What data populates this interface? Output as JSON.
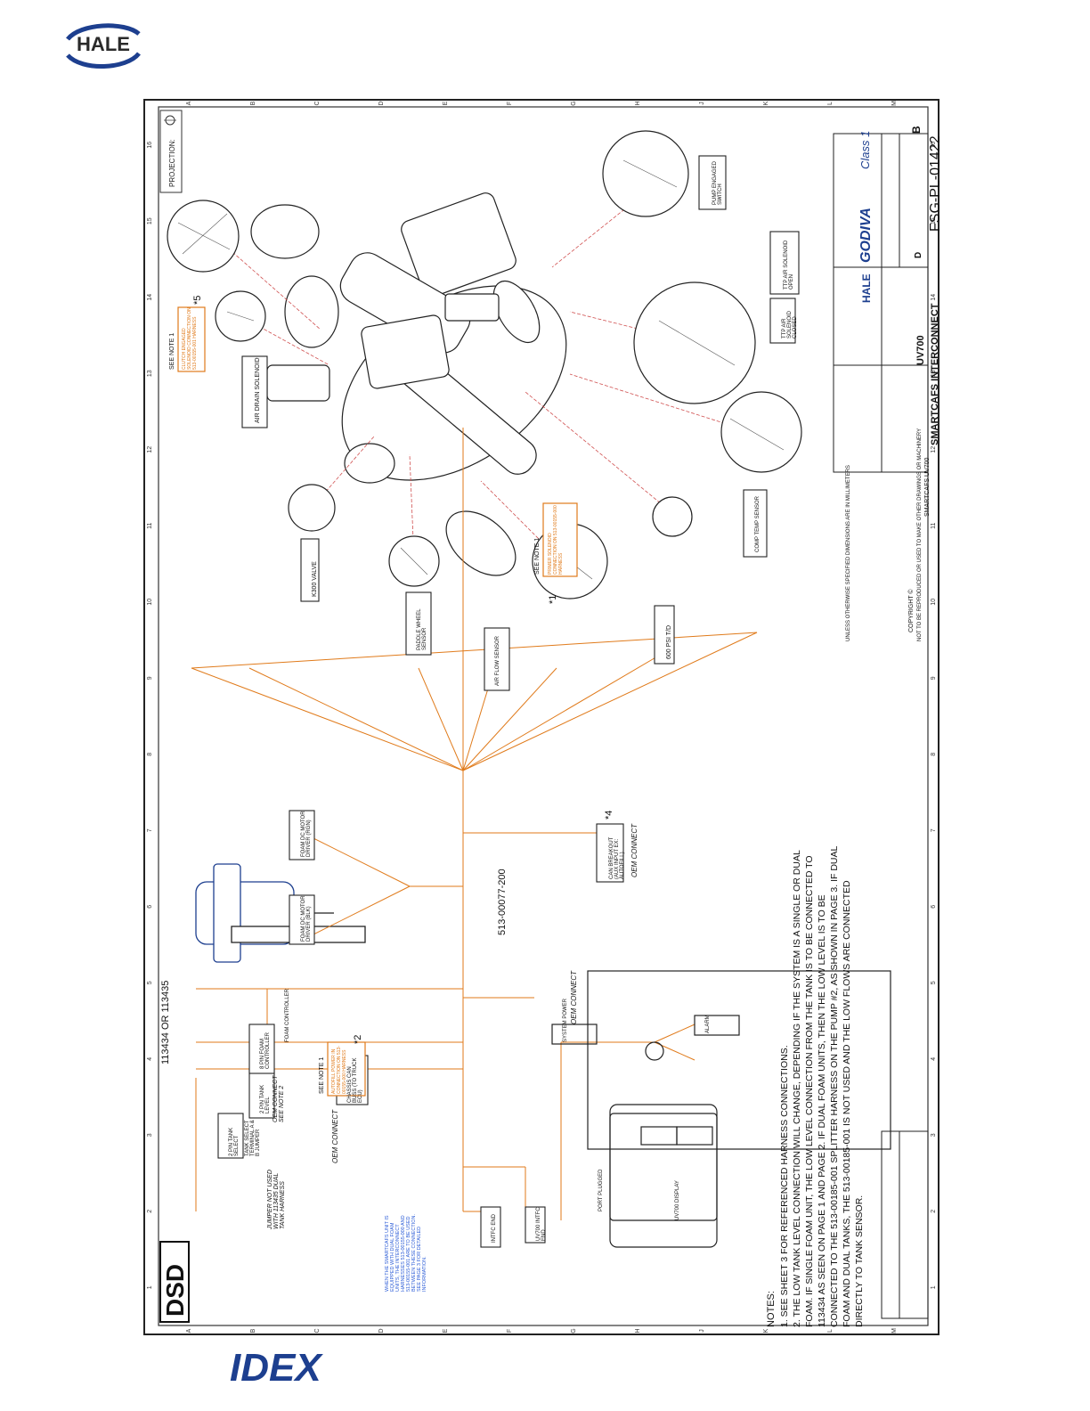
{
  "header": {
    "logo_text": "HALE"
  },
  "footer": {
    "logo_text": "IDEX"
  },
  "drawing": {
    "badge": "DSD",
    "projection_label": "PROJECTION:",
    "title_line1": "SMARTCAFS INTERCONNECT",
    "title_line2": "UV700",
    "drawing_number": "FSG-PL-01422",
    "rev": "B",
    "size": "D",
    "brand_godiva": "GODIVA",
    "brand_class1": "Class 1",
    "brand_hale": "HALE",
    "project_label": "SMARTCAFS UV700",
    "copyright": "COPYRIGHT ©",
    "copyright_note": "NOT TO BE REPRODUCED OR USED TO MAKE OTHER DRAWINGS OR MACHINERY",
    "tolerance_note": "UNLESS OTHERWISE SPECIFIED DIMENSIONS ARE IN MILLIMETERS",
    "harness_label": "513-00077-200",
    "part_label": "113434 OR 113435",
    "row_letters": [
      "A",
      "B",
      "C",
      "D",
      "E",
      "F",
      "G",
      "H",
      "J",
      "K",
      "L",
      "M"
    ],
    "col_numbers": [
      "1",
      "2",
      "3",
      "4",
      "5",
      "6",
      "7",
      "8",
      "9",
      "10",
      "11",
      "12",
      "13",
      "14",
      "15",
      "16"
    ]
  },
  "components": {
    "air_drain": "AIR DRAIN SOLENOID",
    "k300": "K300 VALVE",
    "paddle": "PADDLE WHEEL SENSOR",
    "airflow": "AIR FLOW SENSOR",
    "pt600": "600 PSI T/D",
    "comp_temp": "COMP TEMP SENSOR",
    "pump_switch": "PUMP ENGAGED SWITCH",
    "ttp_open": "TTP AIR SOLENOID OPEN",
    "ttp_closed": "TTP AIR SOLENOID CLOSED",
    "foam_drv_rgn": "FOAM DC MOTOR DRIVER (RGN)",
    "foam_drv_blk": "FOAM DC MOTOR DRIVER (BLK)",
    "can_breakout": "CAN BREAKOUT (AUX INPUT EX: AUTOFILL)",
    "system_power": "SYSTEM POWER",
    "chassis_can": "CHASSIS CAN BUSS (TO TRUCK ECU)",
    "tank_select": "2 PIN TANK SELECT",
    "tank_select_jumper": "TANK SELECT TERMINAL A & B JUMPER",
    "tank_level": "2 PIN TANK LEVEL",
    "foam_ctrl_pin": "8 PIN FOAM CONTROLLER",
    "foam_ctrl": "FOAM CONTROLLER",
    "intfc_end": "INTFC END",
    "uv700_intfc": "UV700 INTFC END",
    "alarm": "ALARM",
    "display": "UV700 DISPLAY",
    "port_plugged": "PORT PLUGGED"
  },
  "callouts": {
    "see_note_1": "SEE NOTE 1",
    "clutch": "CLUTCH ENGAGED SOLENOID CONNECTION ON 513-00155-001 HARNESS",
    "primer": "PRIMER SOLENOID CONNECTION ON 513-00155-000 HARNESS",
    "autofill": "AUTOFILL POWER IN CONNECTION ON 513-00155-000 HARNESS",
    "star1": "*1",
    "star2": "*2",
    "star4": "*4",
    "star5": "*5",
    "oem_connect": "OEM CONNECT",
    "oem_connect_note2": "OEM CONNECT SEE NOTE 2",
    "jumper_not_used": "JUMPER NOT USED WITH 113435 DUAL TANK HARNESS",
    "blue_note": "WHEN THE SMARTCAFS UNIT IS EQUIPPED WITH DUAL FOAM UNITS, THE INTERCONNECT HARNESSES 513-00155-000 AND 513-00155-001 ARE TO BE USED BETWEEN THESE CONNECTION. SEE PAGE 3 FOR DETAILED INFORMATION."
  },
  "notes": {
    "heading": "NOTES:",
    "lines": [
      "1.  SEE SHEET 3 FOR REFERENCED HARNESS CONNECTIONS.",
      "2.  THE LOW TANK LEVEL CONNECTION WILL CHANGE, DEPENDING IF THE SYSTEM IS A SINGLE OR DUAL",
      "     FOAM. IF SINGLE FOAM UNIT, THE LOW LEVEL CONNECTION FROM THE TANK IS TO BE CONNECTED TO",
      "     113434 AS SEEN ON PAGE 1 AND PAGE 2. IF DUAL FOAM UNITS, THEN THE LOW LEVEL IS TO BE",
      "     CONNECTED TO THE 513-00185-001 SPLITTER HARNESS ON THE PUMP #2, AS SHOWN IN PAGE 3. IF DUAL",
      "     FOAM AND DUAL TANKS, THE 513-00185-001 IS NOT USED AND THE LOW FLOWS ARE CONNECTED",
      "     DIRECTLY TO TANK SENSOR."
    ]
  },
  "colors": {
    "brand_blue": "#1d3f8f",
    "callout_orange": "#e07a1a",
    "note_blue": "#2a5bd7",
    "line_red": "#d05050"
  }
}
